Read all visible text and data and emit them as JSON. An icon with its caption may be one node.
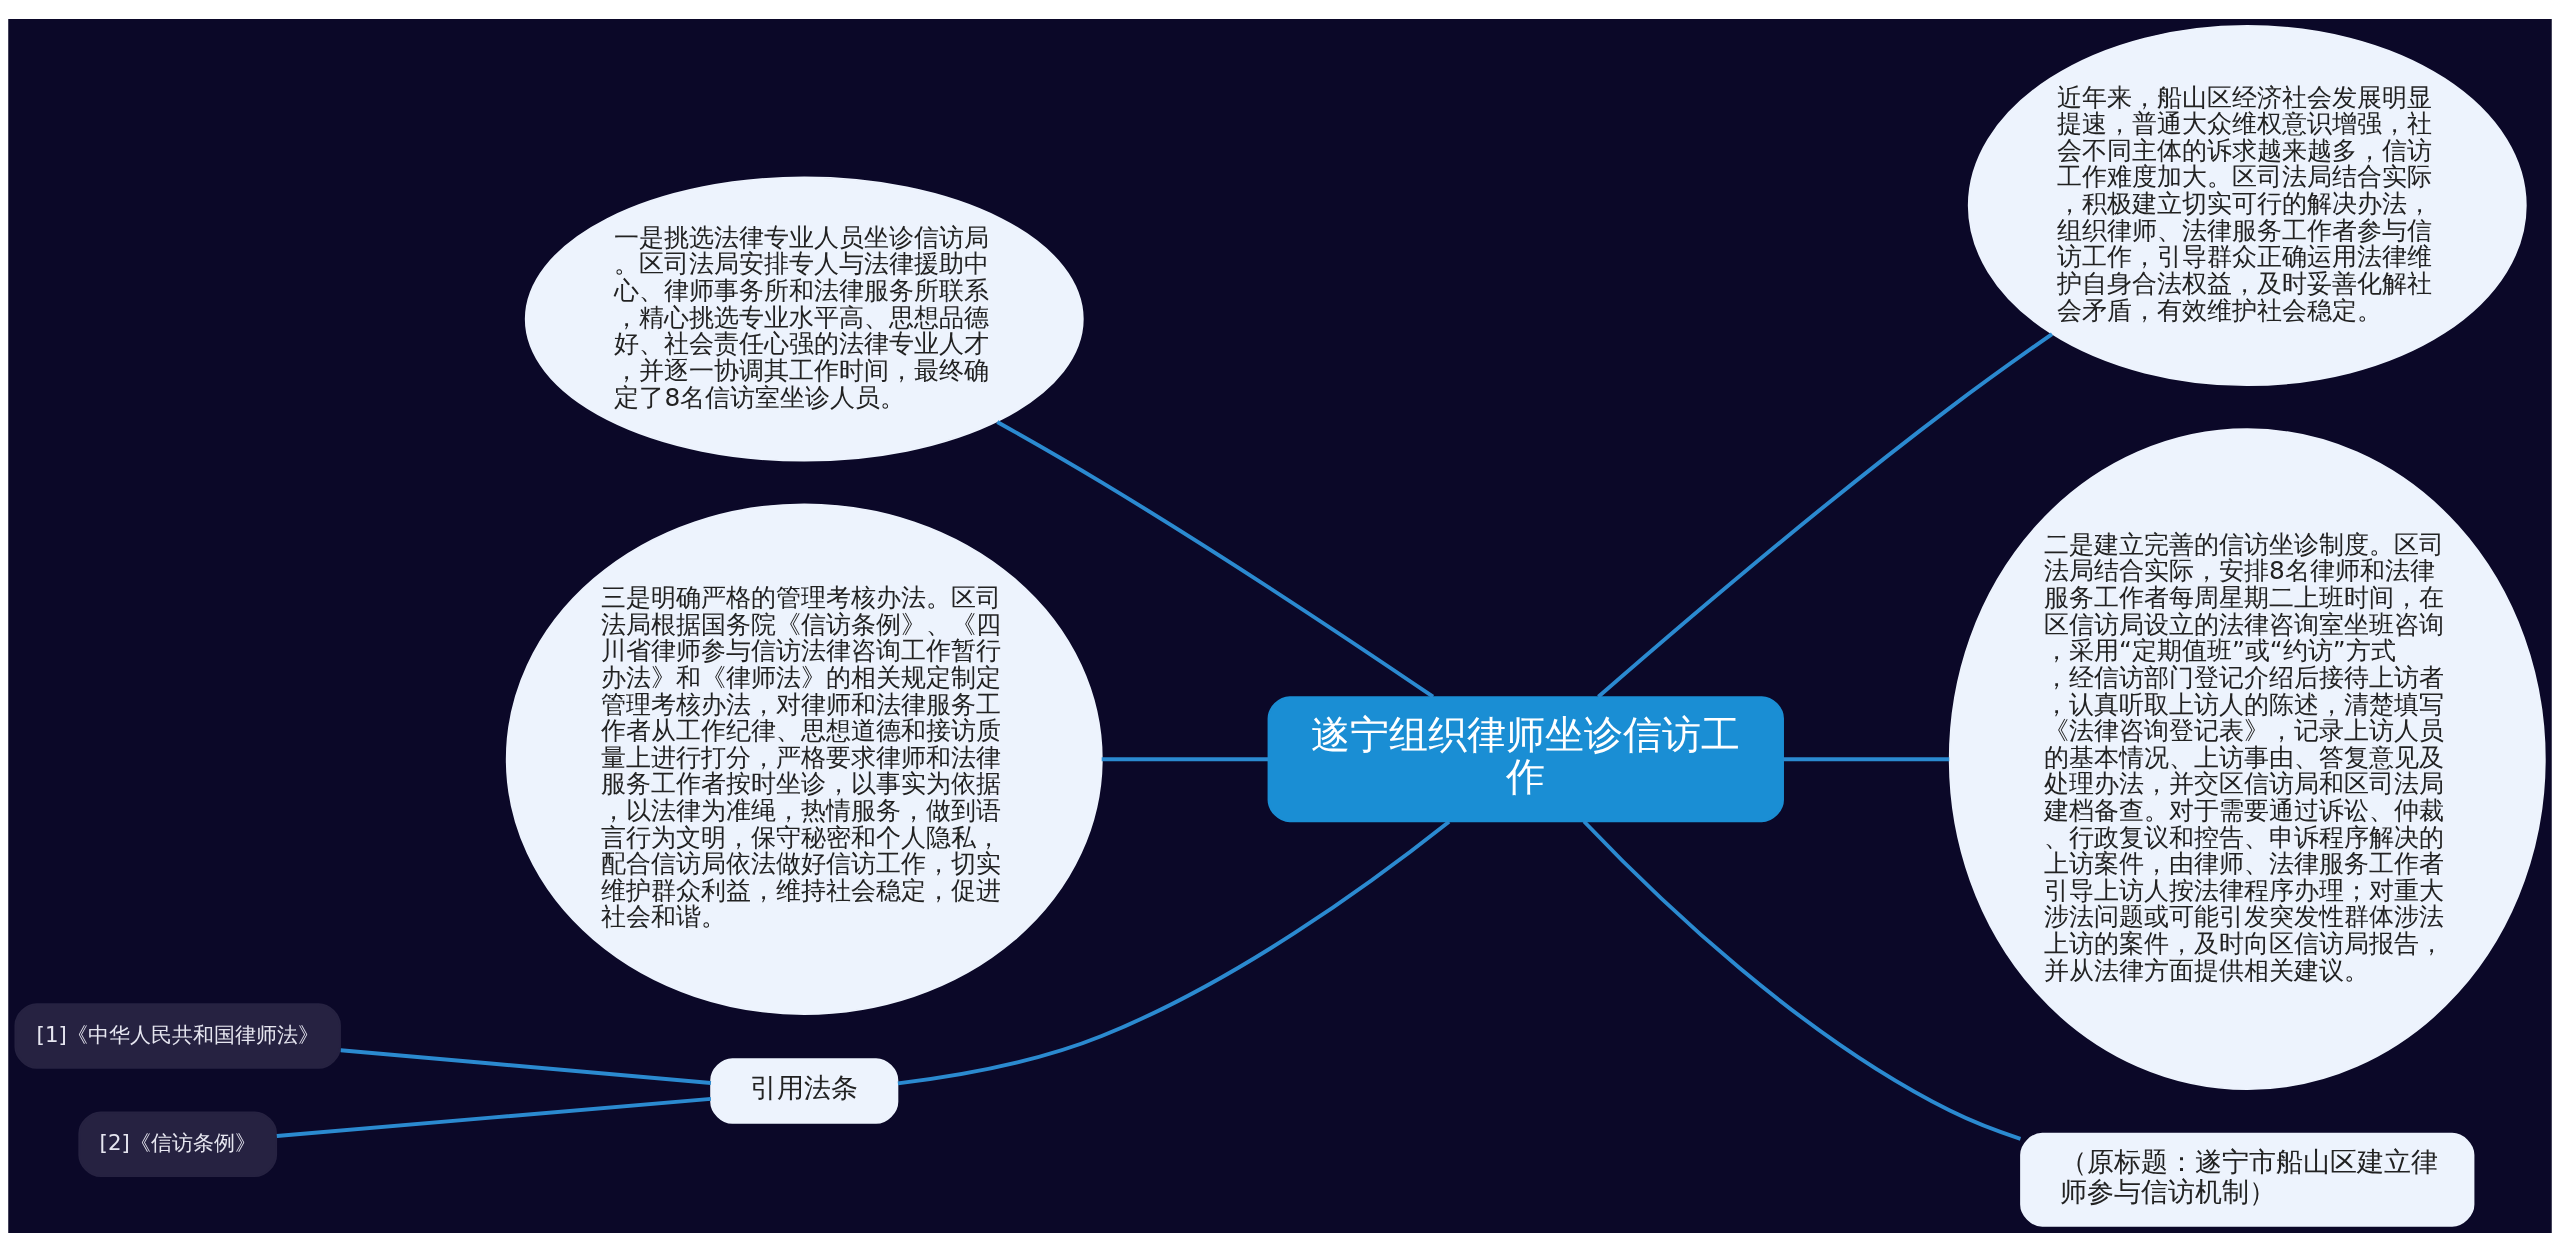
{
  "diagram": {
    "nodes": [
      {
        "text": [
          "遂宁组织律师坐诊信访工作"
        ]
      },
      {
        "text": [
          "一是挑选法律专业人员坐诊信访局。区司法局安排专人与法律援助中心、律师事务所和法律服务所联系，精心挑选专业水平高、思想品德好、社会责任心强的法律专业人才，并逐一协调其工作时间，最终确定了8名信访室坐诊人员。"
        ]
      },
      {
        "text": [
          "三是明确严格的管理考核办法。区司法局根据国务院《信访条例》、《四川省律师参与信访法律咨询工作暂行办法》和《律师法》的相关规定制定管理考核办法，对律师和法律服务工作者从工作纪律、思想道德和接访质量上进行打分，严格要求律师和法律服务工作者按时坐诊，以事实为依据，以法律为准绳，热情服务，做到语言行为文明，保守秘密和个人隐私，配合信访局依法做好信访工作，切实维护群众利益，维持社会稳定，促进社会和谐。"
        ]
      },
      {
        "text": [
          "引用法条"
        ]
      },
      {
        "text": [
          "[1]《中华人民共和国律师法》"
        ]
      },
      {
        "text": [
          "[2]《信访条例》"
        ]
      },
      {
        "text": [
          "近年来，船山区经济社会发展明显提速，普通大众维权意识增强，社会不同主体的诉求越来越多，信访工作难度加大。区司法局结合实际，积极建立切实可行的解决办法，组织律师、法律服务工作者参与信访工作，引导群众正确运用法律维护自身合法权益，及时妥善化解社会矛盾，有效维护社会稳定。"
        ]
      },
      {
        "text": [
          "二是建立完善的信访坐诊制度。区司法局结合实际，安排8名律师和法律服务工作者每周星期二上班时间，在区信访局设立的法律咨询室坐班咨询，采用“定期值班”或“约访”方式，经信访部门登记介绍后接待上访者，认真听取上访人的陈述，清楚填写《法律咨询登记表》，记录上访人员的基本情况、上访事由、答复意见及处理办法，并交区信访局和区司法局建档备查。对于需要通过诉讼、仲裁、行政复议和控告、申诉程序解决的上访案件，由律师、法律服务工作者引导上访人按法律程序办理；对重大涉法问题或可能引发突发性群体涉法上访的案件，及时向区信访局报告，并从法律方面提供相关建议。"
        ]
      },
      {
        "text": [
          "（原标题：遂宁市船山区建立律师参与信访机制）"
        ]
      }
    ],
    "edges": [
      {
        "from": 0,
        "to": 1,
        "arrow": "none"
      },
      {
        "from": 0,
        "to": 2,
        "arrow": "none"
      },
      {
        "from": 0,
        "to": 3,
        "arrow": "none"
      },
      {
        "from": 3,
        "to": 4,
        "arrow": "none"
      },
      {
        "from": 3,
        "to": 5,
        "arrow": "none"
      },
      {
        "from": 0,
        "to": 6,
        "arrow": "none"
      },
      {
        "from": 0,
        "to": 7,
        "arrow": "none"
      },
      {
        "from": 0,
        "to": 8,
        "arrow": "none"
      }
    ]
  }
}
